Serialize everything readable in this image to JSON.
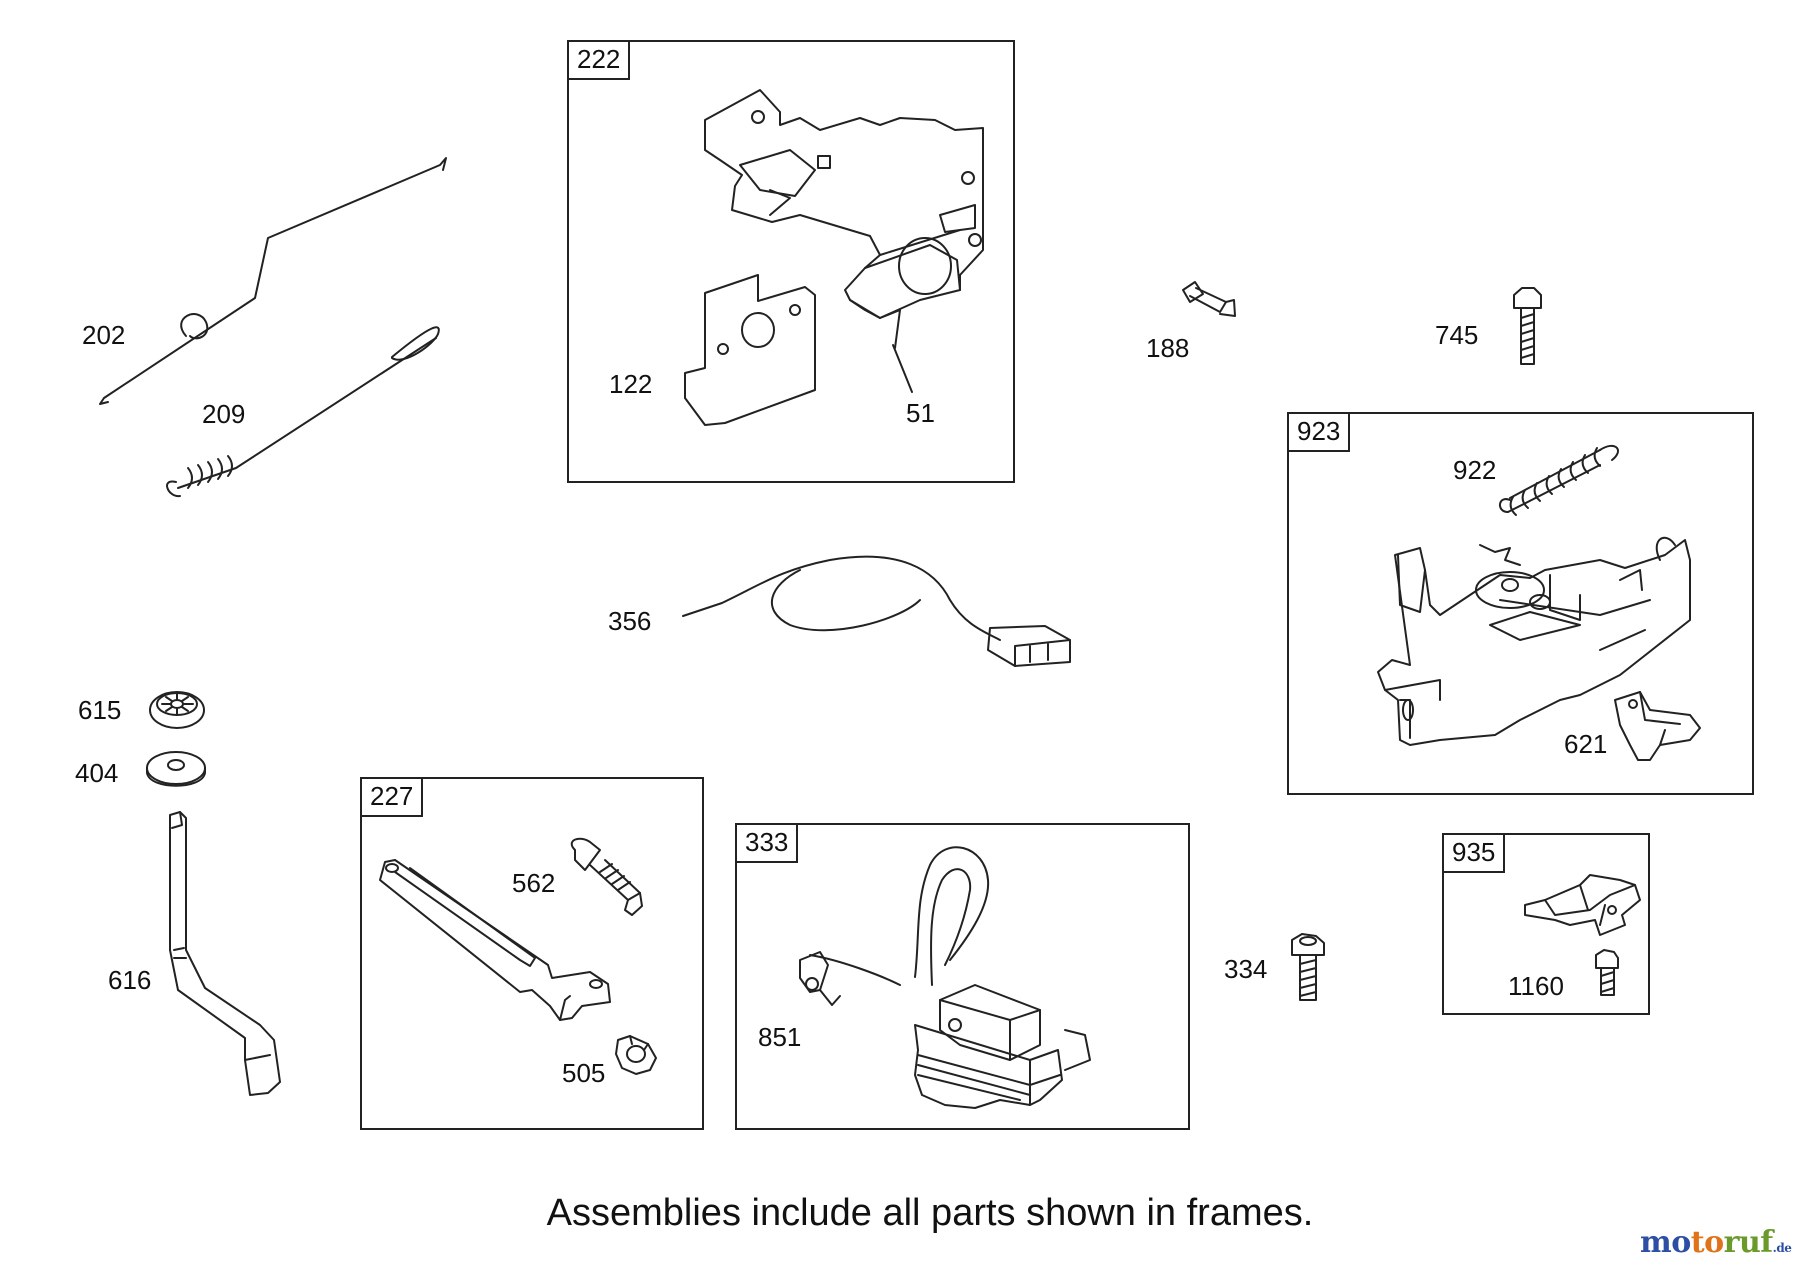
{
  "frames": {
    "f222": "222",
    "f227": "227",
    "f333": "333",
    "f923": "923",
    "f935": "935"
  },
  "labels": {
    "p202": "202",
    "p209": "209",
    "p122": "122",
    "p51": "51",
    "p188": "188",
    "p745": "745",
    "p922": "922",
    "p621": "621",
    "p356": "356",
    "p615": "615",
    "p404": "404",
    "p616": "616",
    "p562": "562",
    "p505": "505",
    "p851": "851",
    "p334": "334",
    "p1160": "1160"
  },
  "caption": "Assemblies include all parts shown in frames.",
  "logo": {
    "part1": "mo",
    "part2": "to",
    "part3": "ruf",
    "tld": ".de"
  },
  "colors": {
    "line": "#222222",
    "logo_blue": "#2d4fa3",
    "logo_orange": "#e0731a",
    "logo_green": "#6a9a2a"
  }
}
